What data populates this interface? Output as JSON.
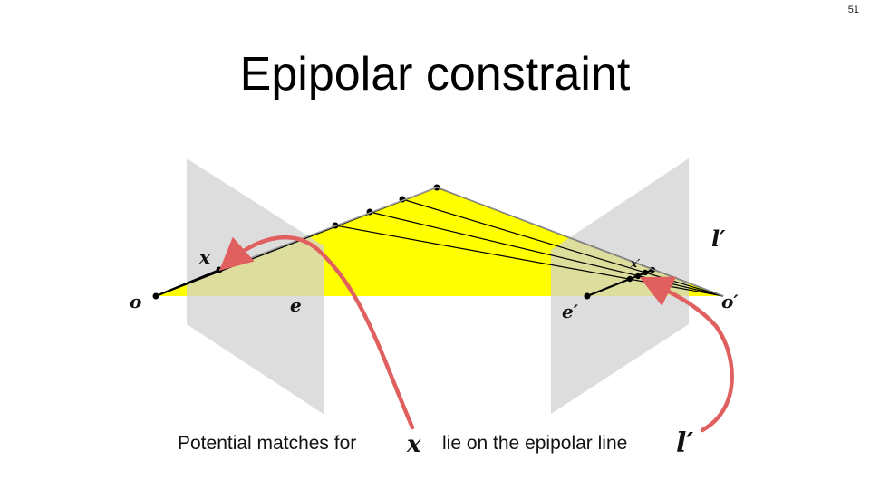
{
  "slide": {
    "number": "51",
    "title": "Epipolar constraint"
  },
  "labels": {
    "camera_center_left": "o",
    "camera_center_right": "o′",
    "image_point": "x",
    "candidate_point": "x′",
    "epipole_left": "e",
    "epipole_right": "e′",
    "epipolar_line": "l′"
  },
  "caption": {
    "text_before": "Potential matches for",
    "symbol_point": "x",
    "text_after": "lie on the epipolar line",
    "symbol_line": "l′"
  },
  "colors": {
    "epipolar_plane": "#ffff00",
    "image_plane": "#dcdcdc",
    "annotation_arrow": "#e06060",
    "ray": "#000000"
  }
}
